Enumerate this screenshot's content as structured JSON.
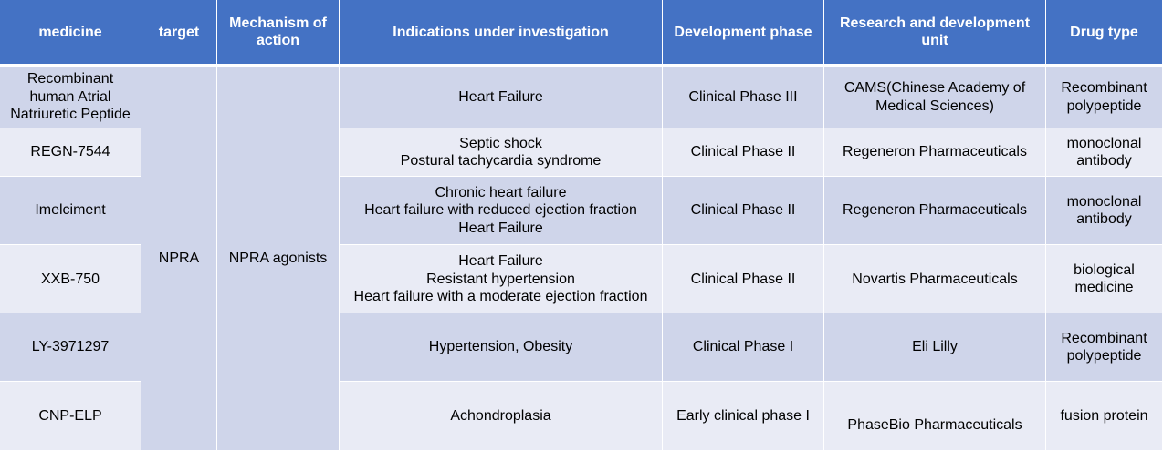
{
  "headers": [
    "medicine",
    "target",
    "Mechanism of action",
    "Indications under investigation",
    "Development phase",
    "Research and development unit",
    "Drug type"
  ],
  "target": "NPRA",
  "mechanism": "NPRA agonists",
  "rows": [
    {
      "medicine": "Recombinant human Atrial Natriuretic Peptide",
      "indications": [
        "Heart Failure"
      ],
      "phase": "Clinical Phase III",
      "unit": "CAMS(Chinese Academy of Medical Sciences)",
      "drug_type": "Recombinant polypeptide"
    },
    {
      "medicine": "REGN-7544",
      "indications": [
        "Septic shock",
        "Postural tachycardia syndrome"
      ],
      "phase": "Clinical Phase II",
      "unit": "Regeneron Pharmaceuticals",
      "drug_type": "monoclonal antibody"
    },
    {
      "medicine": "Imelciment",
      "indications": [
        "Chronic heart failure",
        "Heart failure with reduced ejection fraction",
        "Heart Failure"
      ],
      "phase": "Clinical Phase II",
      "unit": "Regeneron Pharmaceuticals",
      "drug_type": "monoclonal antibody"
    },
    {
      "medicine": "XXB-750",
      "indications": [
        "Heart Failure",
        "Resistant hypertension",
        "Heart failure with a moderate ejection fraction"
      ],
      "phase": "Clinical Phase II",
      "unit": "Novartis Pharmaceuticals",
      "drug_type": "biological medicine"
    },
    {
      "medicine": "LY-3971297",
      "indications": [
        "Hypertension, Obesity"
      ],
      "phase": "Clinical Phase I",
      "unit": "Eli Lilly",
      "drug_type": "Recombinant polypeptide"
    },
    {
      "medicine": "CNP-ELP",
      "indications": [
        "Achondroplasia"
      ],
      "phase": "Early clinical phase I",
      "unit": "PhaseBio Pharmaceuticals",
      "drug_type": "fusion protein"
    }
  ]
}
